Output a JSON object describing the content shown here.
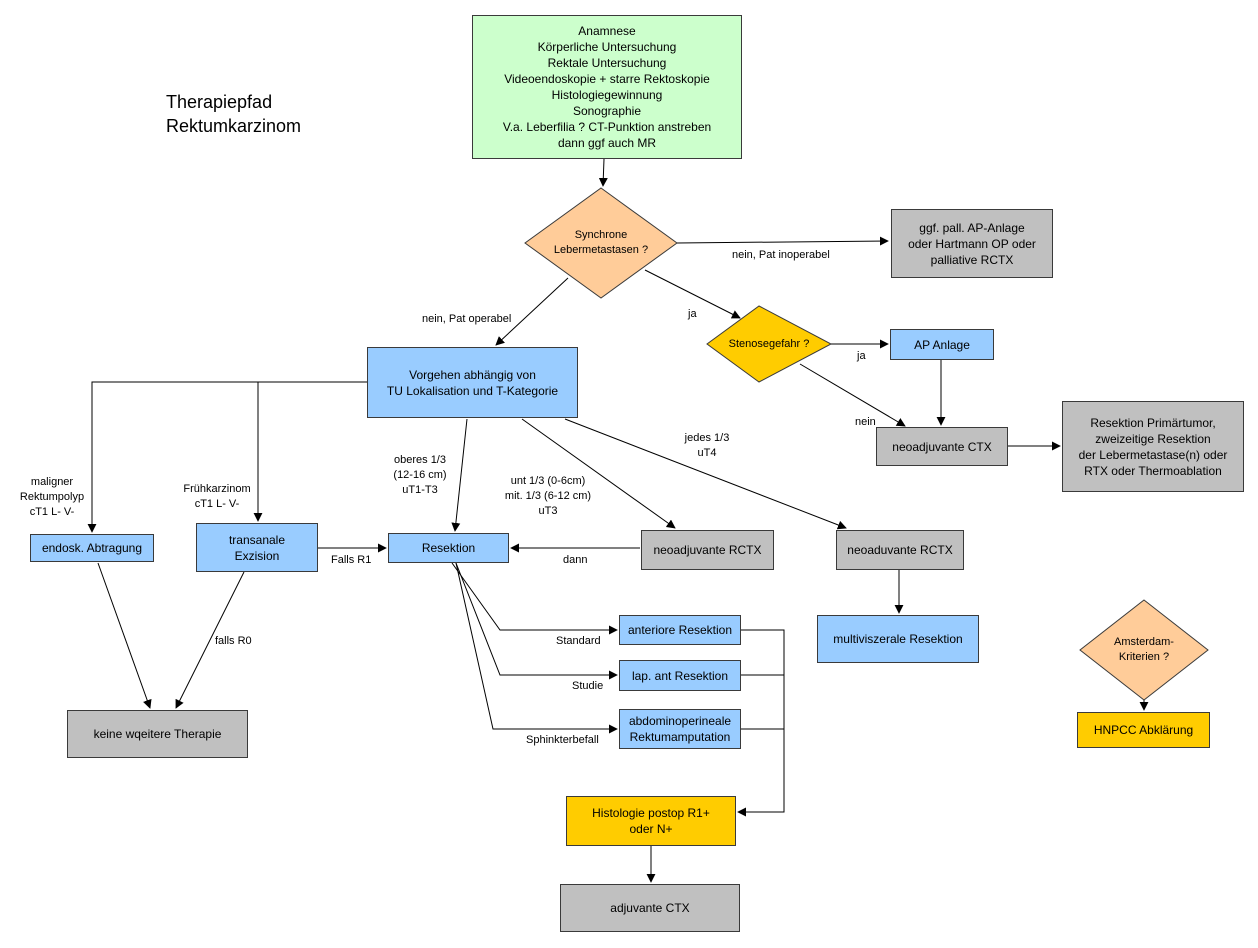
{
  "diagram": {
    "title_line1": "Therapiepfad",
    "title_line2": "Rektumkarzinom",
    "nodes": {
      "diagnostik": "Anamnese\nKörperliche Untersuchung\nRektale Untersuchung\nVideoendoskopie + starre Rektoskopie\nHistologiegewinnung\nSonographie\nV.a. Leberfilia ? CT-Punktion anstreben\ndann ggf auch  MR",
      "synchrone": "Synchrone\nLebermetastasen ?",
      "palliativ": "ggf. pall. AP-Anlage\noder Hartmann OP oder\npalliative RCTX",
      "stenose": "Stenosegefahr ?",
      "ap_anlage": "AP Anlage",
      "vorgehen": "Vorgehen abhängig von\nTU Lokalisation und T-Kategorie",
      "neoadj_ctx": "neoadjuvante CTX",
      "resektion_primaer": "Resektion Primärtumor,\nzweizeitige Resektion\nder Lebermetastase(n) oder\nRTX oder Thermoablation",
      "endosk": "endosk. Abtragung",
      "transanal": "transanale\nExzision",
      "resektion": "Resektion",
      "neoadj_rctx": "neoadjuvante RCTX",
      "neoaduvante_rctx": "neoaduvante RCTX",
      "multiviszeral": "multiviszerale Resektion",
      "anteriore": "anteriore Resektion",
      "lap_ant": "lap. ant Resektion",
      "abdomino": "abdominoperineale\nRektumamputation",
      "keine": "keine wqeitere Therapie",
      "histologie_postop": "Histologie postop R1+\noder N+",
      "adjuvante": "adjuvante CTX",
      "amsterdam": "Amsterdam-\nKriterien ?",
      "hnpcc": "HNPCC Abklärung"
    },
    "edge_labels": {
      "nein_inoperabel": "nein, Pat inoperabel",
      "nein_operabel": "nein, Pat operabel",
      "ja_stenose": "ja",
      "ja_ap": "ja",
      "nein_ctx": "nein",
      "jedes": "jedes 1/3\nuT4",
      "oberes": "oberes 1/3\n(12-16 cm)\nuT1-T3",
      "unt_mit": "unt 1/3 (0-6cm)\nmit. 1/3 (6-12 cm)\nuT3",
      "maligner": "maligner\nRektumpolyp\ncT1 L- V-",
      "fruehkarzinom": "Frühkarzinom\ncT1 L- V-",
      "falls_r1": "Falls R1",
      "dann": "dann",
      "falls_r0": "falls R0",
      "standard": "Standard",
      "studie": "Studie",
      "sphinkter": "Sphinkterbefall"
    },
    "colors": {
      "green": "#ccffcc",
      "blue": "#99ccff",
      "gray": "#c0c0c0",
      "yellow": "#ffcc00",
      "diamond_orange": "#ffcc99"
    }
  }
}
